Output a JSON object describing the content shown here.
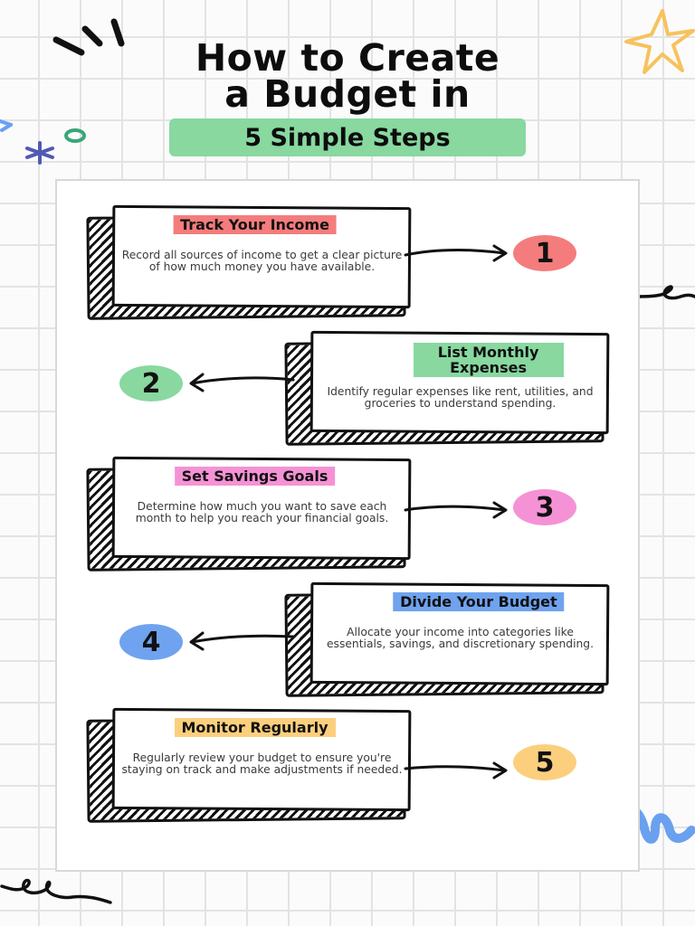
{
  "header": {
    "title_line1": "How to Create",
    "title_line2": "a Budget in",
    "subtitle": "5 Simple Steps",
    "subtitle_color": "#88d8a0"
  },
  "steps": [
    {
      "number": "1",
      "title": "Track Your Income",
      "description": "Record all sources of income to get a clear picture of how much money you have available.",
      "color": "#f47c7c"
    },
    {
      "number": "2",
      "title": "List Monthly Expenses",
      "description": "Identify regular expenses like rent, utilities, and groceries to understand spending.",
      "color": "#88d8a0"
    },
    {
      "number": "3",
      "title": "Set Savings Goals",
      "description": "Determine how much you want to save each month to help you reach your financial goals.",
      "color": "#f592d6"
    },
    {
      "number": "4",
      "title": "Divide Your Budget",
      "description": "Allocate your income into categories like essentials, savings, and discretionary spending.",
      "color": "#6fa3ef"
    },
    {
      "number": "5",
      "title": "Monitor Regularly",
      "description": "Regularly review your budget to ensure you're staying on track and make adjustments if needed.",
      "color": "#fccf7e"
    }
  ],
  "decorations": {
    "icons": [
      "starburst-icon",
      "squiggle-icon",
      "asterisk-icon",
      "ring-icon",
      "loop-doodle-icon",
      "sparkle-lines-icon"
    ],
    "colors": {
      "star": "#f7c25e",
      "asterisk": "#4f5bb2",
      "ring": "#3aa679",
      "wave": "#6aa0f0",
      "ink": "#111111"
    }
  }
}
